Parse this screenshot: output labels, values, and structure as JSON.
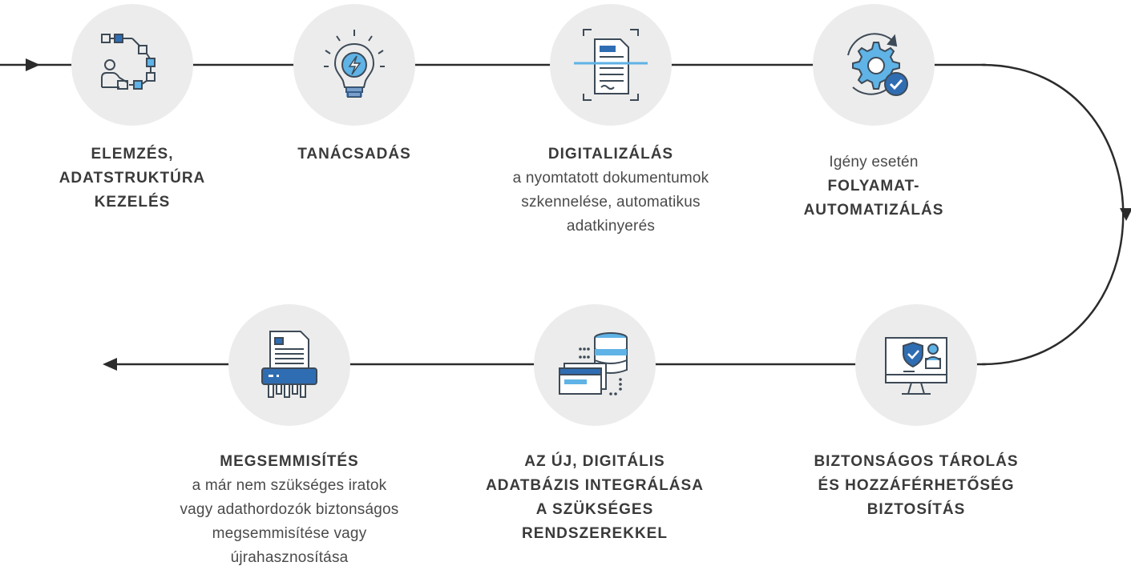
{
  "colors": {
    "line": "#2b2b2b",
    "circle": "#ececec",
    "icon_stroke": "#3d4a57",
    "icon_blue": "#2f6db3",
    "icon_light_blue": "#5fb3e6",
    "text": "#3a3a3a"
  },
  "steps": [
    {
      "icon": "workflow-structure-icon",
      "title_lines": [
        "ELEMZÉS,",
        "ADATSTRUKTÚRA",
        "KEZELÉS"
      ],
      "prefix": "",
      "subtitle_lines": []
    },
    {
      "icon": "lightbulb-icon",
      "title_lines": [
        "TANÁCSADÁS"
      ],
      "prefix": "",
      "subtitle_lines": []
    },
    {
      "icon": "document-scan-icon",
      "title_lines": [
        "DIGITALIZÁLÁS"
      ],
      "prefix": "",
      "subtitle_lines": [
        "a nyomtatott dokumentumok",
        "szkennelése, automatikus",
        "adatkinyerés"
      ]
    },
    {
      "icon": "gear-automation-icon",
      "title_lines": [
        "FOLYAMAT-",
        "AUTOMATIZÁLÁS"
      ],
      "prefix": "Igény esetén",
      "subtitle_lines": []
    },
    {
      "icon": "secure-monitor-icon",
      "title_lines": [
        "BIZTONSÁGOS TÁROLÁS",
        "ÉS HOZZÁFÉRHETŐSÉG",
        "BIZTOSÍTÁS"
      ],
      "prefix": "",
      "subtitle_lines": []
    },
    {
      "icon": "database-integration-icon",
      "title_lines": [
        "AZ ÚJ, DIGITÁLIS",
        "ADATBÁZIS INTEGRÁLÁSA",
        "A SZÜKSÉGES",
        "RENDSZEREKKEL"
      ],
      "prefix": "",
      "subtitle_lines": []
    },
    {
      "icon": "shredder-icon",
      "title_lines": [
        "MEGSEMMISÍTÉS"
      ],
      "prefix": "",
      "subtitle_lines": [
        "a már nem szükséges iratok",
        "vagy adathordozók biztonságos",
        "megsemmisítése vagy",
        "újrahasznosítása"
      ]
    }
  ]
}
